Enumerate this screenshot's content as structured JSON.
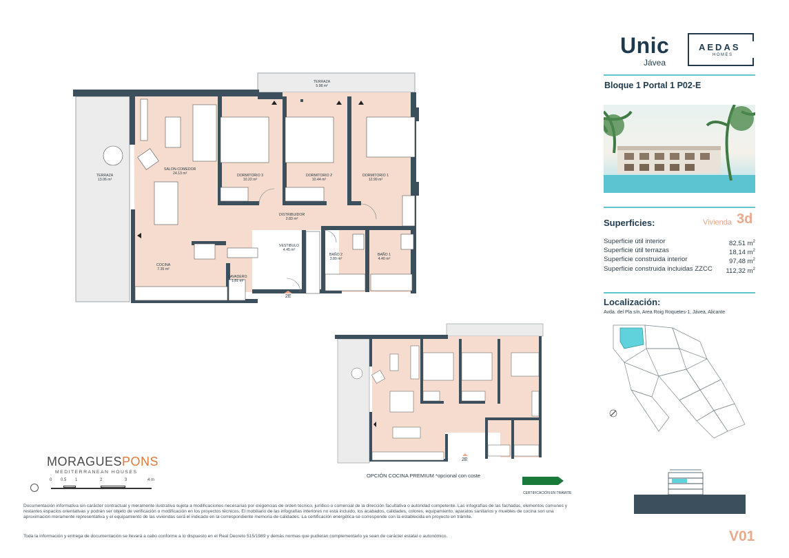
{
  "brand": {
    "title": "Unic",
    "subtitle": "Jávea",
    "logo_main": "AEDAS",
    "logo_sub": "HOMES"
  },
  "unit": {
    "title": "Bloque 1 Portal 1 P02-E"
  },
  "superficies": {
    "heading": "Superficies:",
    "vivienda_label": "Vivienda",
    "vivienda_type": "3d",
    "rows": [
      {
        "label": "Superficie útil interior",
        "value": "82,51 m",
        "sup": "2"
      },
      {
        "label": "Superficie útil terrazas",
        "value": "18,14 m",
        "sup": "2"
      },
      {
        "label": "Superficie construida interior",
        "value": "97,48 m",
        "sup": "2"
      },
      {
        "label": "Superficie construida incluidas ZZCC",
        "value": "112,32 m",
        "sup": "2"
      }
    ]
  },
  "localizacion": {
    "heading": "Localización:",
    "address": "Avda. del Pla s/n, Area Roig Roquetes-1, Jávea, Alicante"
  },
  "plan": {
    "rooms": [
      {
        "name": "TERRAZA",
        "area": "5.98 m²"
      },
      {
        "name": "TERRAZA",
        "area": "13.06 m²"
      },
      {
        "name": "SALON-COMEDOR",
        "area": "24.13 m²"
      },
      {
        "name": "DORMITORIO 3",
        "area": "10.22 m²"
      },
      {
        "name": "DORMITORIO 2",
        "area": "10.44 m²"
      },
      {
        "name": "DORMITORIO 1",
        "area": "12.99 m²"
      },
      {
        "name": "DISTRIBUIDOR",
        "area": "2.83 m²"
      },
      {
        "name": "VESTIBULO",
        "area": "4.45 m²"
      },
      {
        "name": "BAÑO 2",
        "area": "3.89 m²"
      },
      {
        "name": "BAÑO 1",
        "area": "4.40 m²"
      },
      {
        "name": "COCINA",
        "area": "7.35 m²"
      },
      {
        "name": "LAVADERO",
        "area": "1.81 m²"
      }
    ],
    "entrance_label": "2E",
    "entrance_label_small": "2E",
    "premium_caption": "OPCIÓN COCINA PREMIUM",
    "premium_note": " *opcional con coste",
    "certification": "CERTIFICACIÓN EN TRÁMITE"
  },
  "architect": {
    "name_part1": "MORAGUES",
    "name_part2": "PONS",
    "tagline": "MEDITERRANEAN HOUSES"
  },
  "scale": {
    "ticks": [
      "0",
      "0.5",
      "1",
      "2",
      "3",
      "4 m"
    ]
  },
  "disclaimer": {
    "p1": "Documentación informativa sin carácter contractual y meramente ilustrativa sujeta a modificaciones necesarias por exigencias de orden técnico, jurídico o comercial de la dirección facultativa o autoridad competente. Las infografías de las fachadas, elementos comunes y restantes espacios orientativas y podrán ser objeto de verificación o modificación en los proyectos técnicos. El mobiliario de las infografías interiores no está incluido, los acabados, calidades, colores, equipamiento, aparatos sanitarios y muebles de cocina son una aproximación meramente representativa y el equipamiento de las viviendas será el indicado en la correspondiente memoria de calidades. La certificación energética se corresponde con la establecida en proyecto en trámite.",
    "p2": "Toda la información y entrega de documentación se llevará a cabo conforme a lo dispuesto en el Real Decreto 515/1989 y demás normas que pudieran complementarlo ya sean de carácter estatal o autonómico."
  },
  "version": "V01",
  "colors": {
    "accent": "#5fc6cf",
    "highlight": "#e9a98a",
    "wall": "#3c4f5c",
    "floor": "#f5dccf",
    "navy": "#1f3a4d",
    "green": "#1a7a3a"
  }
}
